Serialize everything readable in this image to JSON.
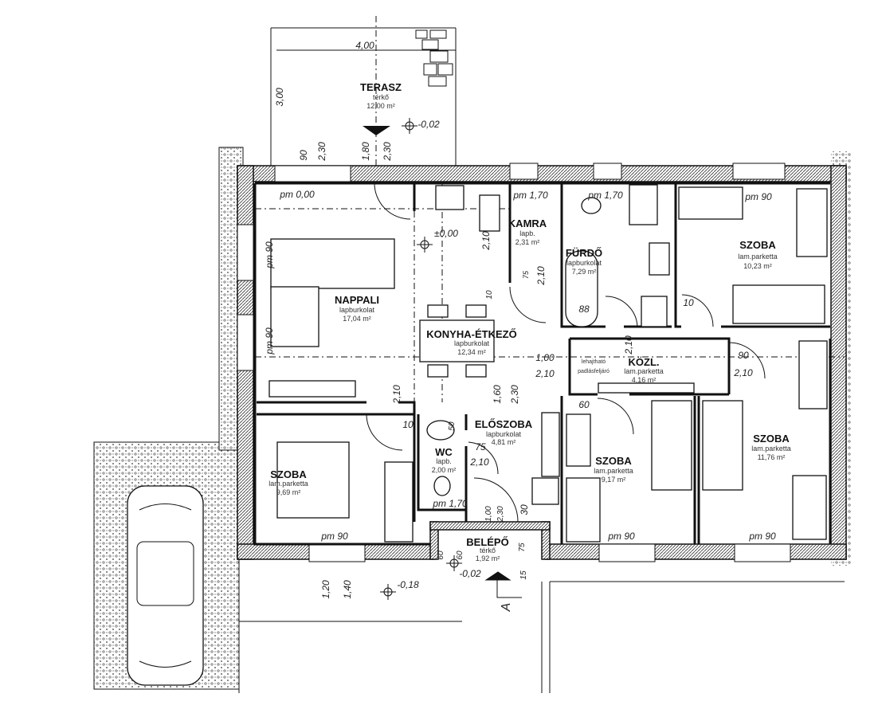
{
  "rooms": [
    {
      "name": "TERASZ",
      "floor": "térkő",
      "area": "12,00 m²"
    },
    {
      "name": "NAPPALI",
      "floor": "lapburkolat",
      "area": "17,04 m²"
    },
    {
      "name": "KONYHA-ÉTKEZŐ",
      "floor": "lapburkolat",
      "area": "12,34 m²"
    },
    {
      "name": "KAMRA",
      "floor": "lapb.",
      "area": "2,31 m²"
    },
    {
      "name": "FÜRDŐ",
      "floor": "lapburkolat",
      "area": "7,29 m²"
    },
    {
      "name": "SZOBA",
      "floor": "lam.parketta",
      "area": "10,23 m²"
    },
    {
      "name": "KÖZL.",
      "floor": "lam.parketta",
      "area": "4,16 m²"
    },
    {
      "name": "SZOBA",
      "floor": "lam.parketta",
      "area": "9,69 m²"
    },
    {
      "name": "WC",
      "floor": "lapb.",
      "area": "2,00 m²"
    },
    {
      "name": "ELŐSZOBA",
      "floor": "lapburkolat",
      "area": "4,81 m²"
    },
    {
      "name": "BELÉPŐ",
      "floor": "térkő",
      "area": "1,92 m²"
    },
    {
      "name": "SZOBA",
      "floor": "lam.parketta",
      "area": "9,17 m²"
    },
    {
      "name": "SZOBA",
      "floor": "lam.parketta",
      "area": "11,76 m²"
    }
  ],
  "levels": {
    "terrace": "-0,02",
    "interior": "±0,00",
    "outside": "-0,18",
    "entrance": "-0,02"
  },
  "sills": {
    "nappali_door": "pm 0,00",
    "kamra": "pm 1,70",
    "furdo": "pm 1,70",
    "szoba_ne": "pm 90",
    "szoba_sw": "pm 90",
    "wc": "pm 1,70",
    "szoba_s1": "pm 90",
    "szoba_s2": "pm 90",
    "nappali_w1": "pm 90",
    "nappali_w2": "pm 90"
  },
  "attic_hatch": [
    "lehajtható",
    "padlásfeljáró"
  ],
  "dimensions": [
    "4,00",
    "3,00",
    "90",
    "2,30",
    "1,80",
    "2,30",
    "1,00",
    "2,10",
    "90",
    "2,10",
    "60",
    "75",
    "2,10",
    "88",
    "1,20",
    "1,40",
    "2,10",
    "2,10",
    "75",
    "2,10",
    "10",
    "10",
    "2,10",
    "1,60",
    "2,30",
    "30",
    "1,00",
    "2,30",
    "60",
    "60",
    "75",
    "15",
    "50",
    "10"
  ],
  "section_marker": "A"
}
